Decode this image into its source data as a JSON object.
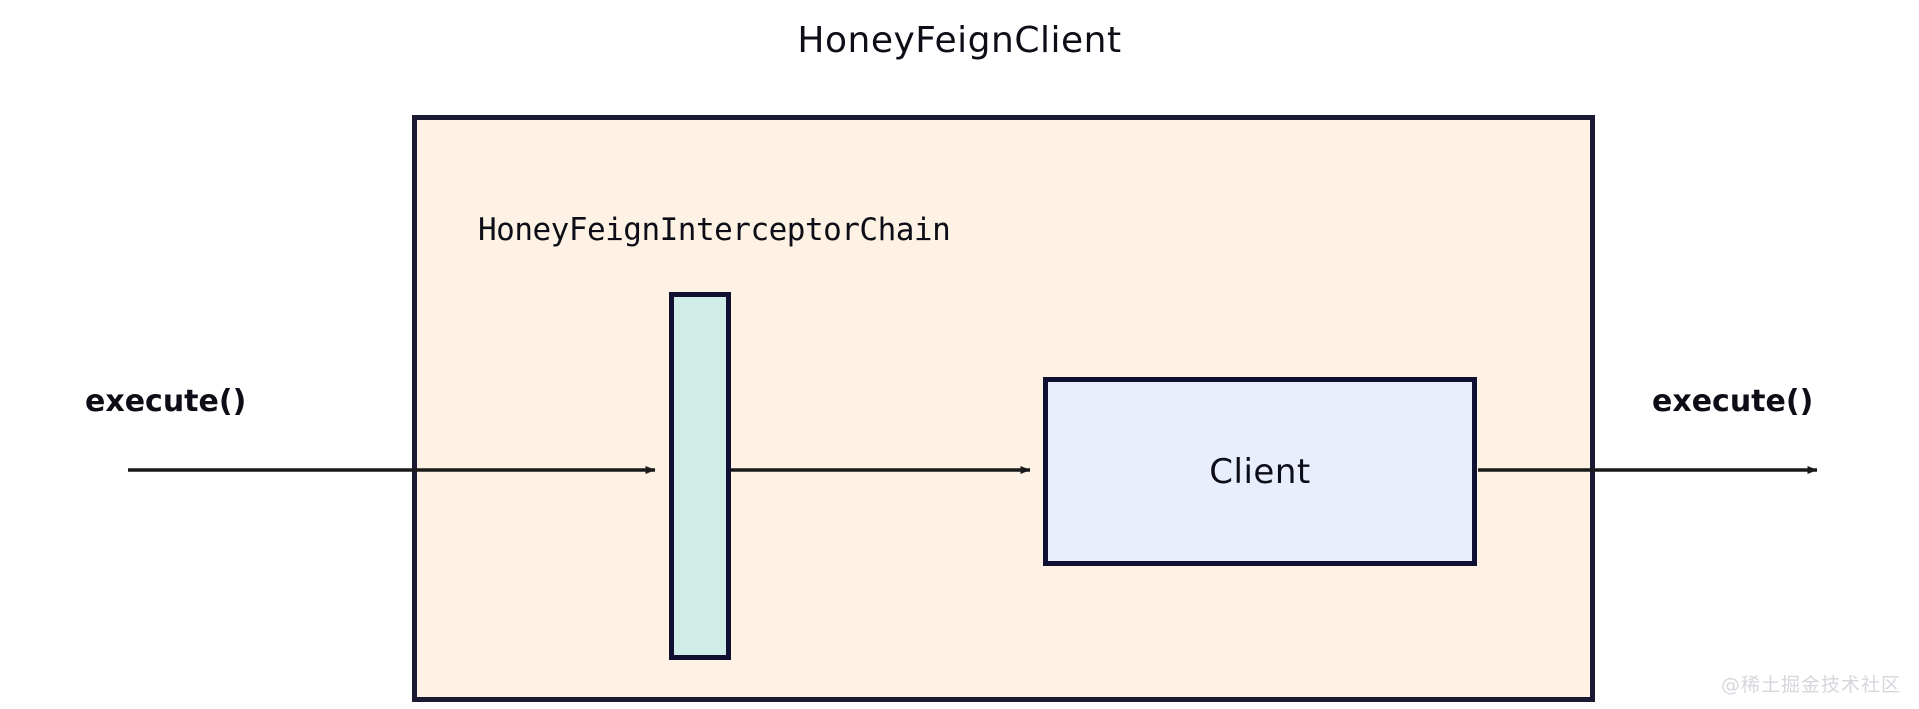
{
  "diagram": {
    "type": "flow-diagram",
    "title": "HoneyFeignClient",
    "outer_container": {
      "label": "HoneyFeignClient",
      "fill_color": "#fdf2e3",
      "border_color": "#1a1a33"
    },
    "chain": {
      "label": "HoneyFeignInterceptorChain",
      "bar_fill_color": "#d0ede8",
      "bar_border_color": "#101033"
    },
    "client": {
      "label": "Client",
      "fill_color": "#e8eefc",
      "border_color": "#101033"
    },
    "edges": {
      "inbound_label": "execute()",
      "outbound_label": "execute()",
      "arrow_color": "#1a1a1a"
    },
    "watermark": "@稀土掘金技术社区"
  }
}
